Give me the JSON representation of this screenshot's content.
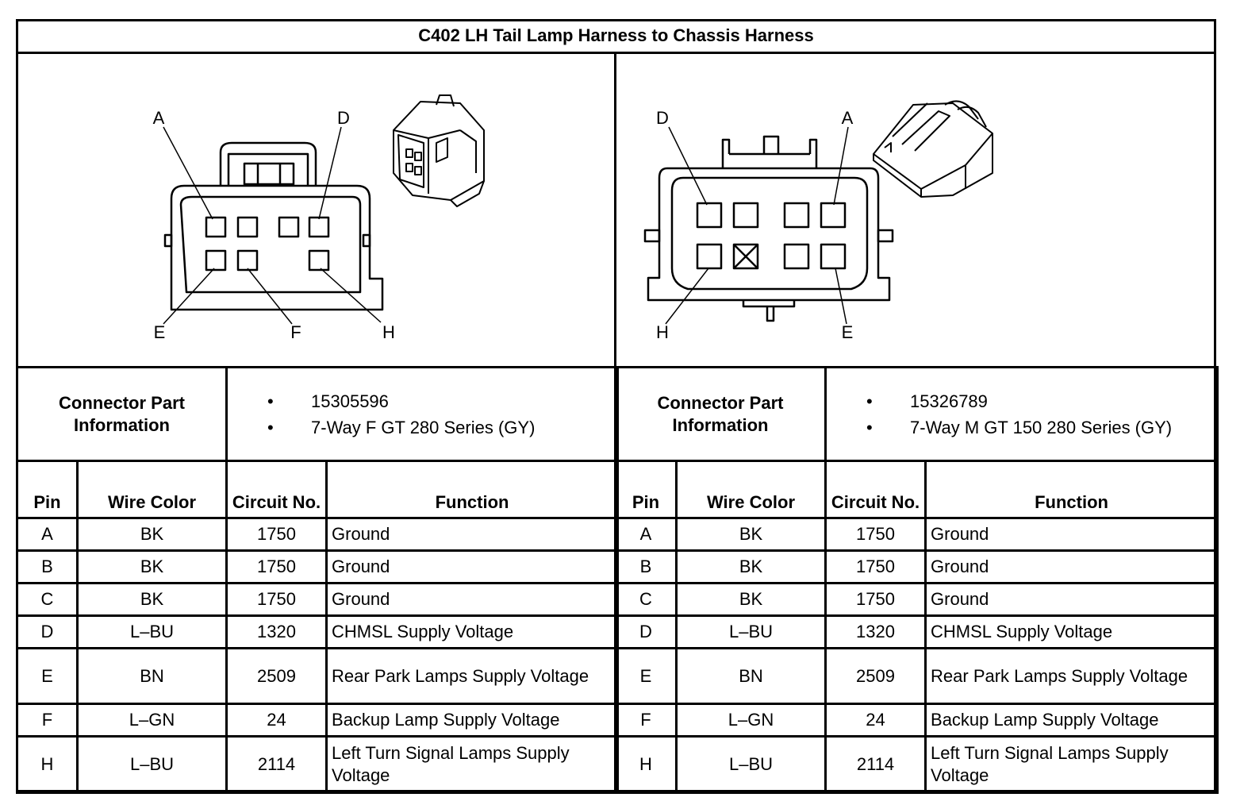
{
  "title": "C402 LH Tail Lamp Harness to Chassis Harness",
  "left": {
    "pin_labels": {
      "a": "A",
      "d": "D",
      "e": "E",
      "f": "F",
      "h": "H"
    },
    "info_label": "Connector Part Information",
    "info_items": [
      "15305596",
      "7-Way F GT 280 Series (GY)"
    ],
    "headers": {
      "pin": "Pin",
      "wire_color": "Wire Color",
      "circuit": "Circuit No.",
      "function": "Function"
    },
    "rows": [
      {
        "pin": "A",
        "color": "BK",
        "circuit": "1750",
        "function": "Ground"
      },
      {
        "pin": "B",
        "color": "BK",
        "circuit": "1750",
        "function": "Ground"
      },
      {
        "pin": "C",
        "color": "BK",
        "circuit": "1750",
        "function": "Ground"
      },
      {
        "pin": "D",
        "color": "L–BU",
        "circuit": "1320",
        "function": "CHMSL Supply Voltage"
      },
      {
        "pin": "E",
        "color": "BN",
        "circuit": "2509",
        "function": "Rear Park Lamps Supply Voltage"
      },
      {
        "pin": "F",
        "color": "L–GN",
        "circuit": "24",
        "function": "Backup Lamp Supply Voltage"
      },
      {
        "pin": "H",
        "color": "L–BU",
        "circuit": "2114",
        "function": "Left Turn Signal Lamps Supply Voltage"
      }
    ]
  },
  "right": {
    "pin_labels": {
      "d": "D",
      "a": "A",
      "h": "H",
      "e": "E"
    },
    "info_label": "Connector Part Information",
    "info_items": [
      "15326789",
      "7-Way M GT 150 280 Series (GY)"
    ],
    "headers": {
      "pin": "Pin",
      "wire_color": "Wire Color",
      "circuit": "Circuit No.",
      "function": "Function"
    },
    "rows": [
      {
        "pin": "A",
        "color": "BK",
        "circuit": "1750",
        "function": "Ground"
      },
      {
        "pin": "B",
        "color": "BK",
        "circuit": "1750",
        "function": "Ground"
      },
      {
        "pin": "C",
        "color": "BK",
        "circuit": "1750",
        "function": "Ground"
      },
      {
        "pin": "D",
        "color": "L–BU",
        "circuit": "1320",
        "function": "CHMSL Supply Voltage"
      },
      {
        "pin": "E",
        "color": "BN",
        "circuit": "2509",
        "function": "Rear Park Lamps Supply Voltage"
      },
      {
        "pin": "F",
        "color": "L–GN",
        "circuit": "24",
        "function": "Backup Lamp Supply Voltage"
      },
      {
        "pin": "H",
        "color": "L–BU",
        "circuit": "2114",
        "function": "Left Turn Signal Lamps Supply Voltage"
      }
    ]
  }
}
